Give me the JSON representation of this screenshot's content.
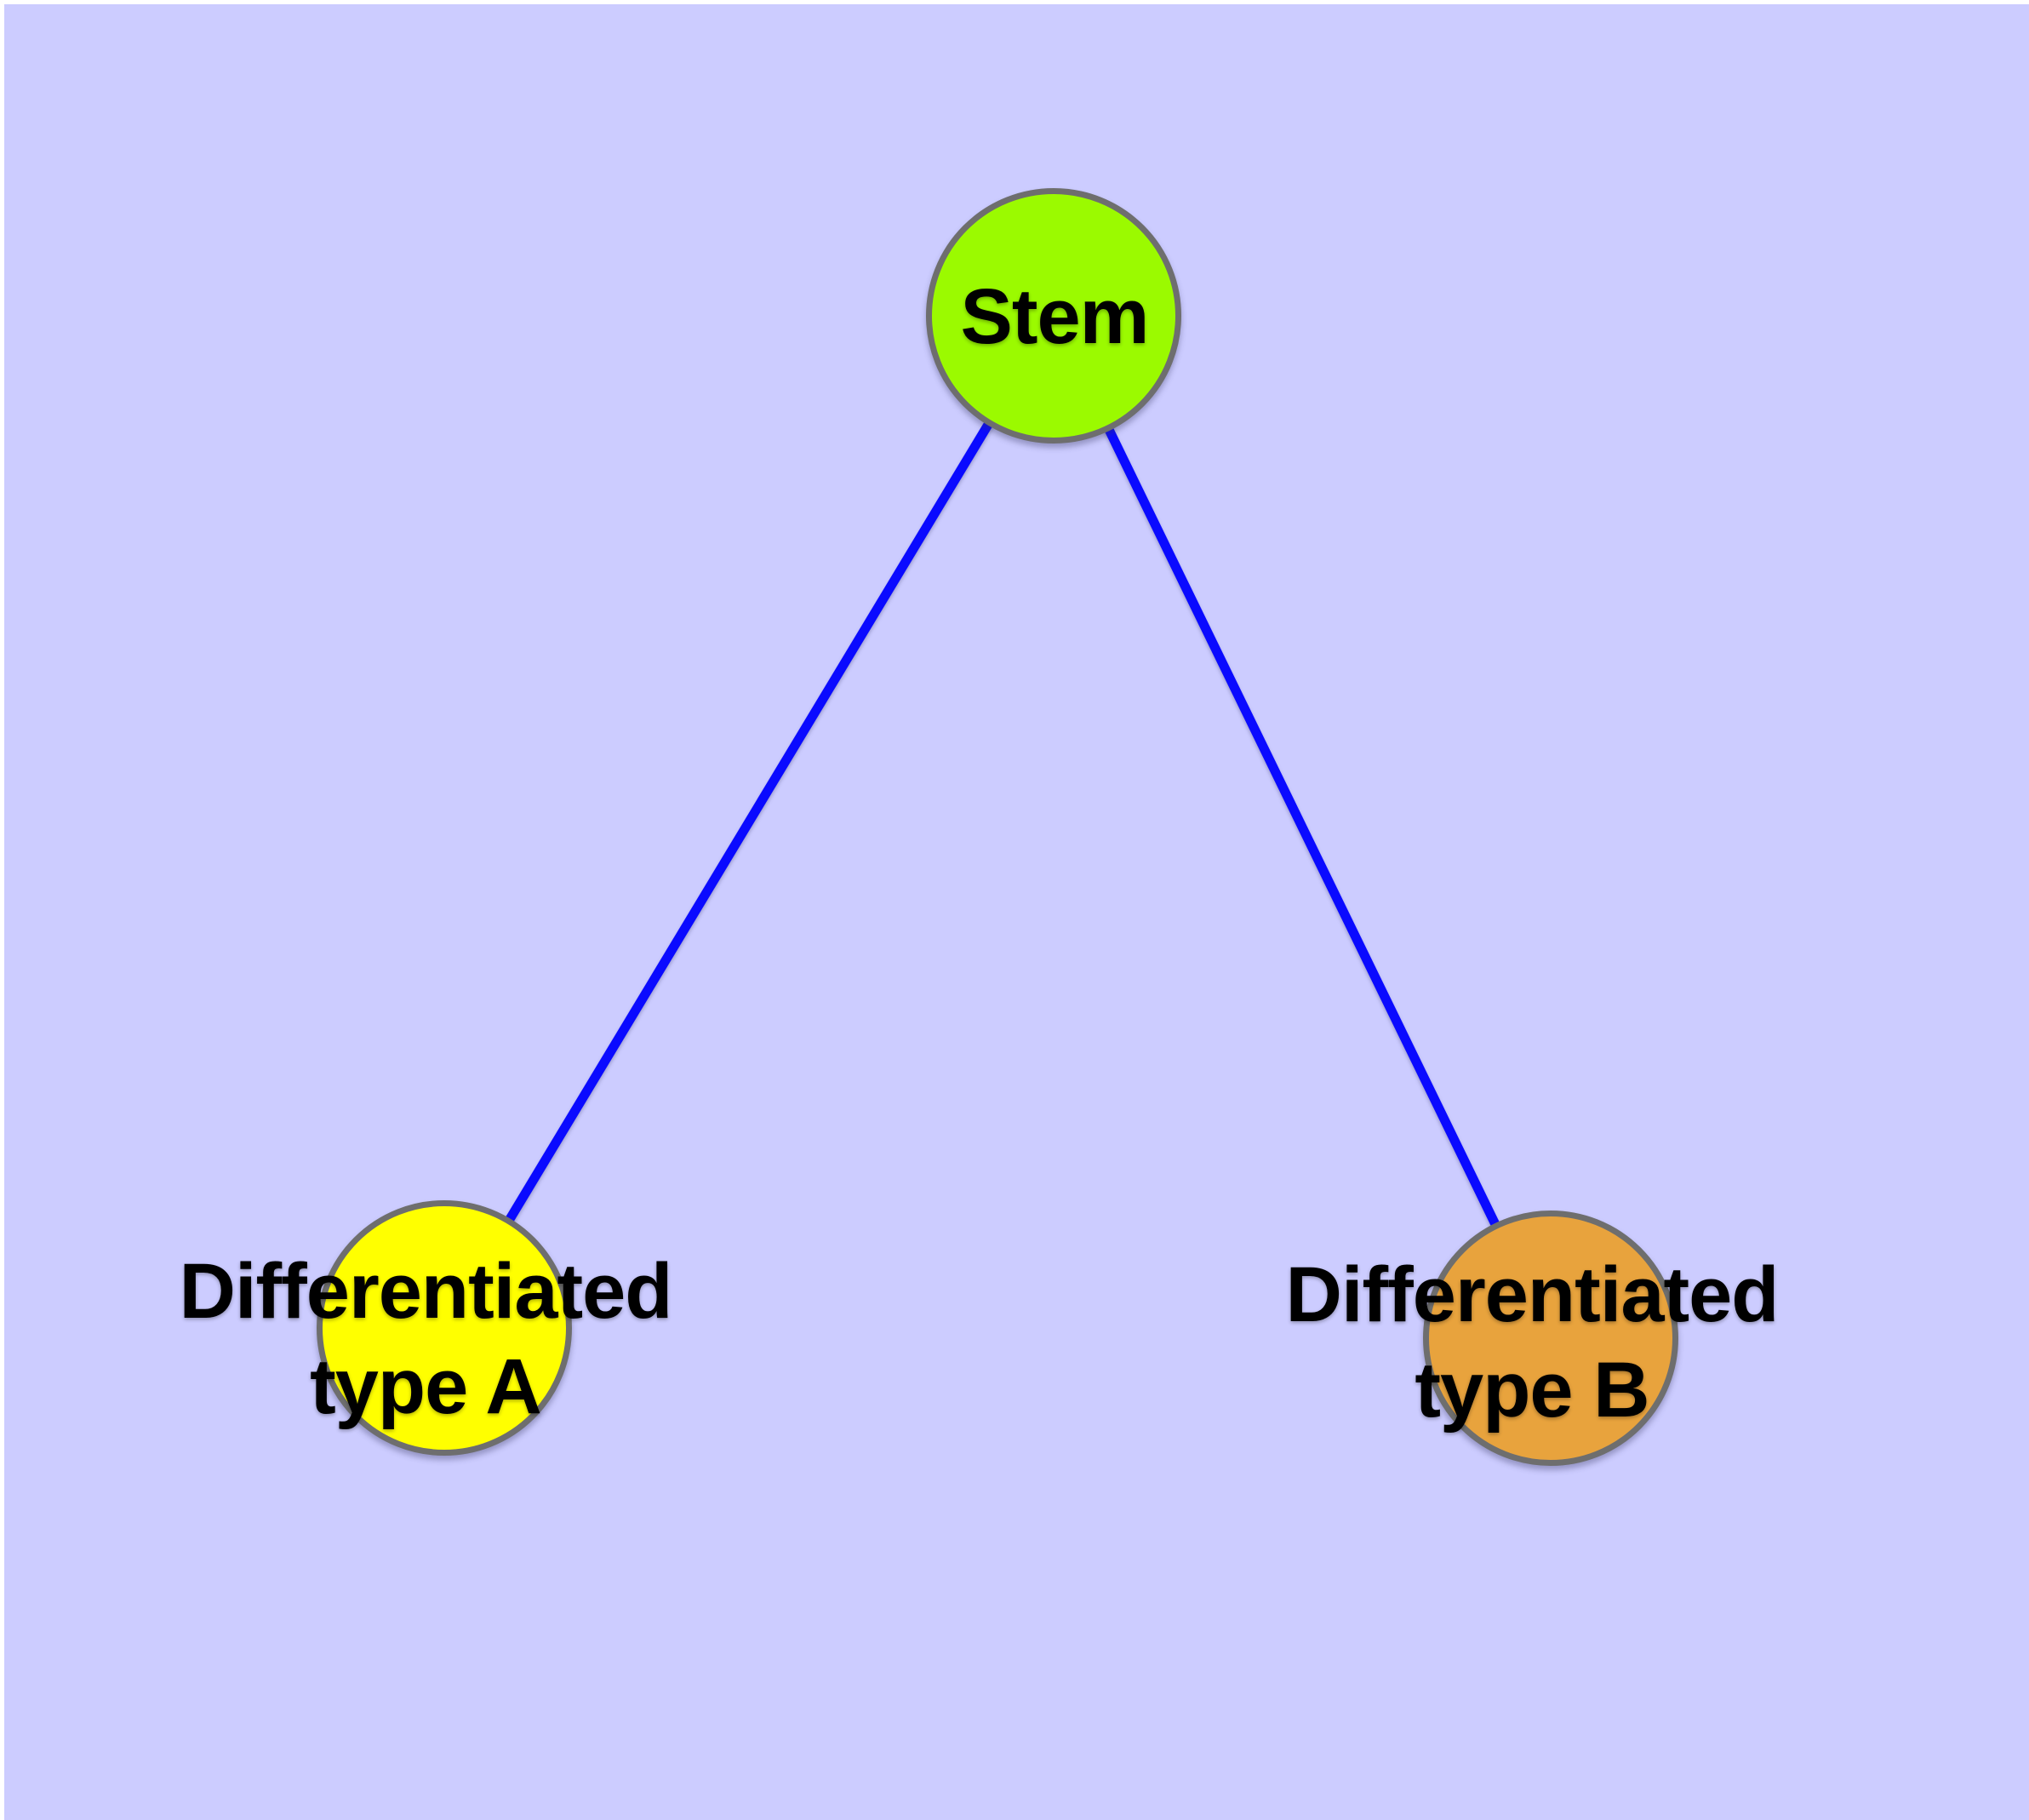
{
  "diagram": {
    "type": "node-link-graph",
    "nodes": {
      "stem": {
        "id": "stem",
        "label": "Stem",
        "fill": "#9BFA00"
      },
      "typeA": {
        "id": "typeA",
        "label": "Differentiated\ntype A",
        "fill": "#FFFF00"
      },
      "typeB": {
        "id": "typeB",
        "label": "Differentiated\ntype B",
        "fill": "#E8A33D"
      }
    },
    "edges": [
      {
        "from": "Stem",
        "to": "Differentiated type A"
      },
      {
        "from": "Stem",
        "to": "Differentiated type B"
      }
    ],
    "colors": {
      "background": "#CCCCFF",
      "edge": "#0A0AFF",
      "node_border": "#6E6E6E",
      "label_text": "#000000"
    }
  }
}
